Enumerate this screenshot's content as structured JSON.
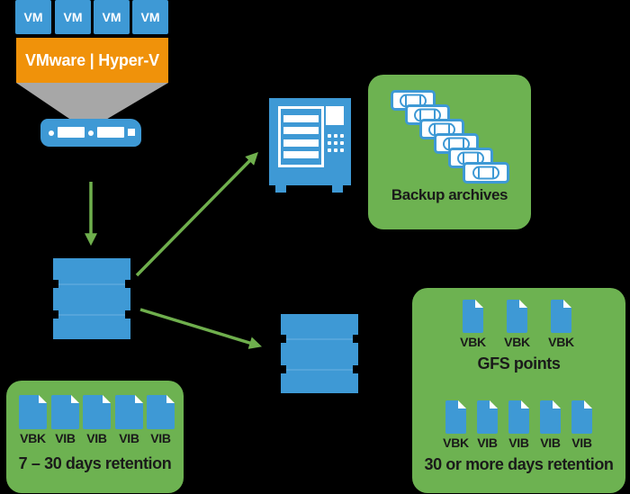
{
  "colors": {
    "blue": "#3E99D5",
    "orange": "#F0920A",
    "green_panel": "#6DB251",
    "arrow_green": "#6FAF4D",
    "funnel_gray": "#A7A7A7",
    "label_text": "#1A1A1A",
    "background": "#000000"
  },
  "hypervisor": {
    "vms": [
      "VM",
      "VM",
      "VM",
      "VM"
    ],
    "platform_label": "VMware | Hyper-V"
  },
  "icons": {
    "backup_server": "backup-server-appliance",
    "primary_repository": "disk-stack",
    "secondary_repository": "disk-stack",
    "tape_server": "tape-library",
    "tape_count": 6
  },
  "archives": {
    "label": "Backup archives"
  },
  "short_term": {
    "files": [
      "VBK",
      "VIB",
      "VIB",
      "VIB",
      "VIB"
    ],
    "caption": "7 – 30 days retention"
  },
  "long_term": {
    "gfs_files": [
      "VBK",
      "VBK",
      "VBK"
    ],
    "gfs_caption": "GFS points",
    "files": [
      "VBK",
      "VIB",
      "VIB",
      "VIB",
      "VIB"
    ],
    "caption": "30 or more days retention"
  }
}
